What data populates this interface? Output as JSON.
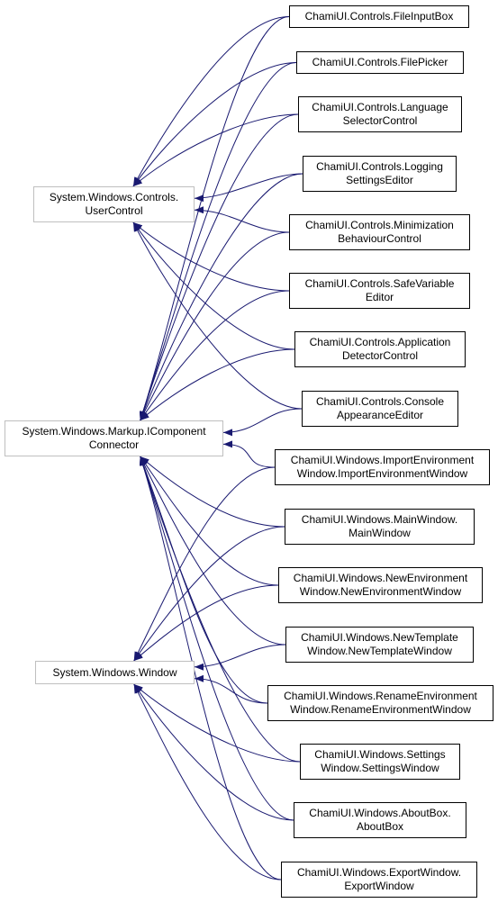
{
  "colors": {
    "edge": "#191970",
    "base_border": "#bfbfbf",
    "derived_border": "#000000",
    "background": "#ffffff"
  },
  "base_classes": {
    "usercontrol": {
      "line1": "System.Windows.Controls.",
      "line2": "UserControl"
    },
    "icomponentconnector": {
      "line1": "System.Windows.Markup.IComponent",
      "line2": "Connector"
    },
    "window": {
      "line1": "System.Windows.Window"
    }
  },
  "derived_classes": {
    "fileinputbox": {
      "line1": "ChamiUI.Controls.FileInputBox"
    },
    "filepicker": {
      "line1": "ChamiUI.Controls.FilePicker"
    },
    "languageselector": {
      "line1": "ChamiUI.Controls.Language",
      "line2": "SelectorControl"
    },
    "loggingsettings": {
      "line1": "ChamiUI.Controls.Logging",
      "line2": "SettingsEditor"
    },
    "minimization": {
      "line1": "ChamiUI.Controls.Minimization",
      "line2": "BehaviourControl"
    },
    "safevariable": {
      "line1": "ChamiUI.Controls.SafeVariable",
      "line2": "Editor"
    },
    "appdetector": {
      "line1": "ChamiUI.Controls.Application",
      "line2": "DetectorControl"
    },
    "consoleappearance": {
      "line1": "ChamiUI.Controls.Console",
      "line2": "AppearanceEditor"
    },
    "importenv": {
      "line1": "ChamiUI.Windows.ImportEnvironment",
      "line2": "Window.ImportEnvironmentWindow"
    },
    "mainwindow": {
      "line1": "ChamiUI.Windows.MainWindow.",
      "line2": "MainWindow"
    },
    "newenv": {
      "line1": "ChamiUI.Windows.NewEnvironment",
      "line2": "Window.NewEnvironmentWindow"
    },
    "newtemplate": {
      "line1": "ChamiUI.Windows.NewTemplate",
      "line2": "Window.NewTemplateWindow"
    },
    "renameenv": {
      "line1": "ChamiUI.Windows.RenameEnvironment",
      "line2": "Window.RenameEnvironmentWindow"
    },
    "settings": {
      "line1": "ChamiUI.Windows.Settings",
      "line2": "Window.SettingsWindow"
    },
    "aboutbox": {
      "line1": "ChamiUI.Windows.AboutBox.",
      "line2": "AboutBox"
    },
    "exportwindow": {
      "line1": "ChamiUI.Windows.ExportWindow.",
      "line2": "ExportWindow"
    }
  },
  "inheritance": [
    {
      "from": "fileinputbox",
      "to": "usercontrol"
    },
    {
      "from": "filepicker",
      "to": "usercontrol"
    },
    {
      "from": "languageselector",
      "to": "usercontrol"
    },
    {
      "from": "loggingsettings",
      "to": "usercontrol"
    },
    {
      "from": "minimization",
      "to": "usercontrol"
    },
    {
      "from": "safevariable",
      "to": "usercontrol"
    },
    {
      "from": "appdetector",
      "to": "usercontrol"
    },
    {
      "from": "consoleappearance",
      "to": "usercontrol"
    },
    {
      "from": "fileinputbox",
      "to": "icomponentconnector"
    },
    {
      "from": "filepicker",
      "to": "icomponentconnector"
    },
    {
      "from": "languageselector",
      "to": "icomponentconnector"
    },
    {
      "from": "loggingsettings",
      "to": "icomponentconnector"
    },
    {
      "from": "minimization",
      "to": "icomponentconnector"
    },
    {
      "from": "safevariable",
      "to": "icomponentconnector"
    },
    {
      "from": "appdetector",
      "to": "icomponentconnector"
    },
    {
      "from": "consoleappearance",
      "to": "icomponentconnector"
    },
    {
      "from": "importenv",
      "to": "icomponentconnector"
    },
    {
      "from": "mainwindow",
      "to": "icomponentconnector"
    },
    {
      "from": "newenv",
      "to": "icomponentconnector"
    },
    {
      "from": "newtemplate",
      "to": "icomponentconnector"
    },
    {
      "from": "renameenv",
      "to": "icomponentconnector"
    },
    {
      "from": "settings",
      "to": "icomponentconnector"
    },
    {
      "from": "aboutbox",
      "to": "icomponentconnector"
    },
    {
      "from": "exportwindow",
      "to": "icomponentconnector"
    },
    {
      "from": "importenv",
      "to": "window"
    },
    {
      "from": "mainwindow",
      "to": "window"
    },
    {
      "from": "newenv",
      "to": "window"
    },
    {
      "from": "newtemplate",
      "to": "window"
    },
    {
      "from": "renameenv",
      "to": "window"
    },
    {
      "from": "settings",
      "to": "window"
    },
    {
      "from": "aboutbox",
      "to": "window"
    },
    {
      "from": "exportwindow",
      "to": "window"
    }
  ]
}
